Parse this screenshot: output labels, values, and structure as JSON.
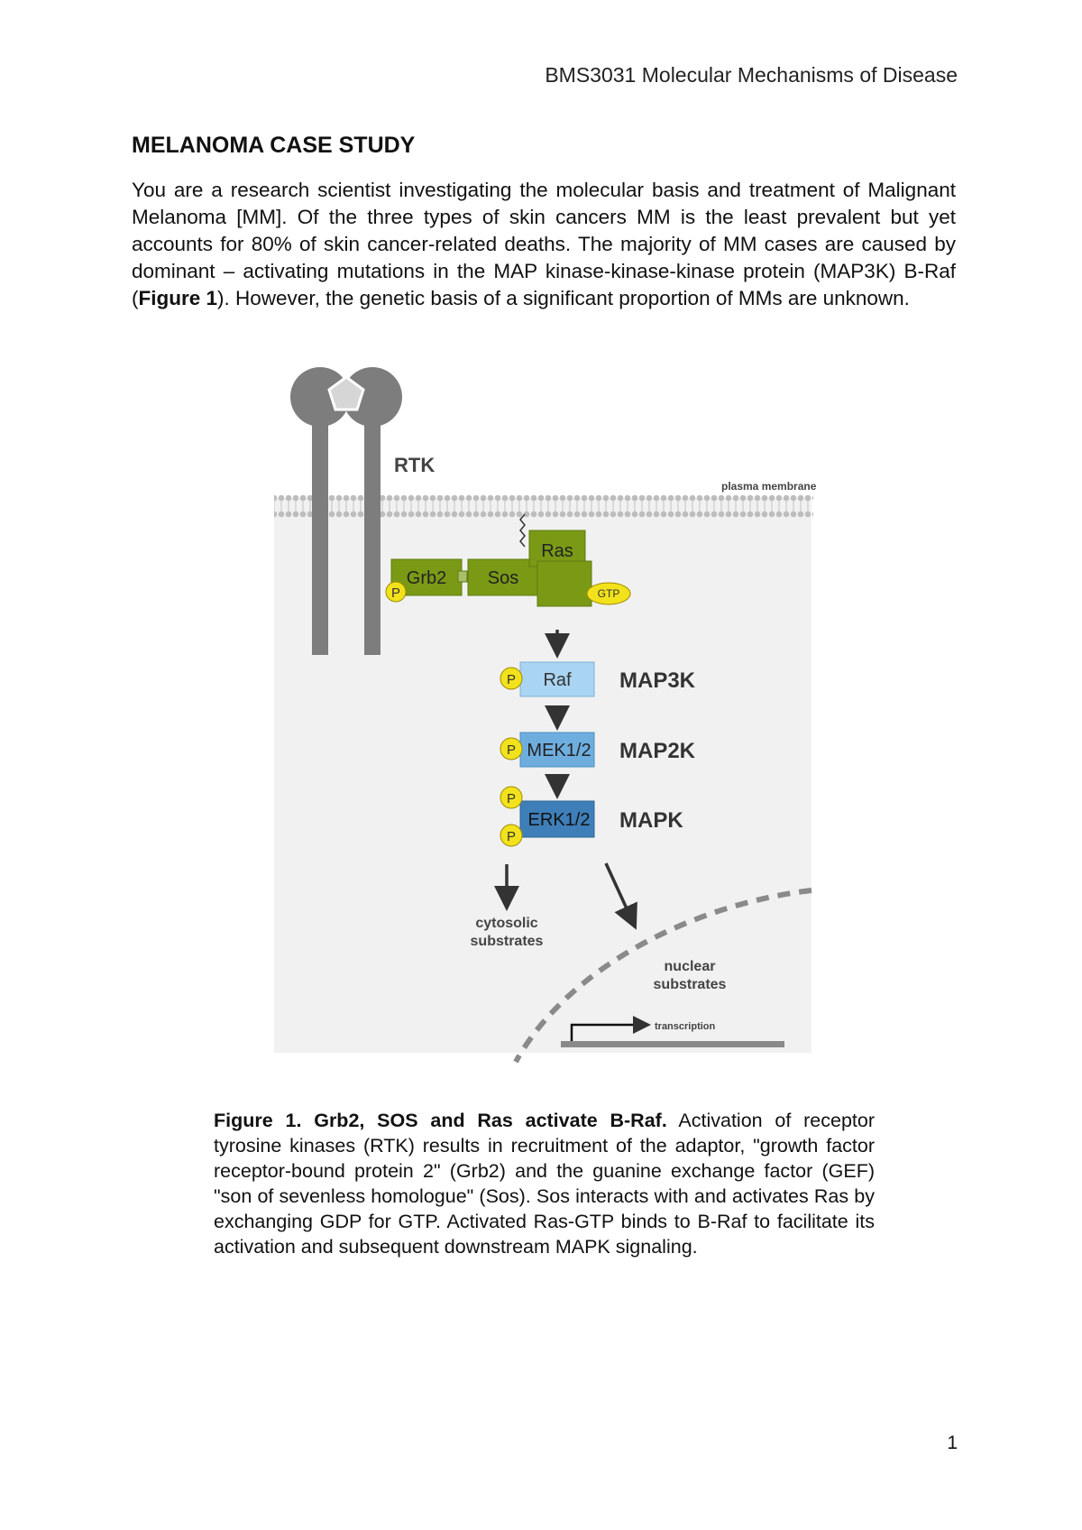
{
  "header": {
    "course": "BMS3031 Molecular Mechanisms of Disease"
  },
  "title": "MELANOMA CASE STUDY",
  "intro": {
    "part1": "You are a research scientist investigating the molecular basis and treatment of Malignant Melanoma [MM]. Of the three types of skin cancers MM is the least prevalent but yet accounts for 80% of skin cancer-related deaths. The majority of MM cases are caused by dominant – activating mutations in the MAP kinase-kinase-kinase protein (MAP3K) B-Raf (",
    "figref": "Figure 1",
    "part2": "). However, the genetic basis of a significant proportion of MMs are unknown."
  },
  "figure": {
    "rtk": "RTK",
    "membrane": "plasma membrane",
    "grb2": "Grb2",
    "sos": "Sos",
    "ras": "Ras",
    "gtp": "GTP",
    "phospho": "P",
    "raf": "Raf",
    "mek": "MEK1/2",
    "erk": "ERK1/2",
    "map3k": "MAP3K",
    "map2k": "MAP2K",
    "mapk": "MAPK",
    "cyto_line1": "cytosolic",
    "cyto_line2": "substrates",
    "nuclear_line1": "nuclear",
    "nuclear_line2": "substrates",
    "transcription": "transcription",
    "colors": {
      "green": "#7a9a16",
      "raf": "#a9d4f2",
      "mek": "#6eaedf",
      "erk": "#3e7fb9",
      "phospho": "#f2e21b",
      "receptor": "#7d7d7d"
    }
  },
  "caption": {
    "bold": "Figure 1. Grb2, SOS and Ras activate B-Raf.",
    "text": " Activation of receptor tyrosine kinases (RTK) results in recruitment of the adaptor, \"growth factor receptor-bound protein 2\" (Grb2) and the guanine exchange factor (GEF) \"son of sevenless homologue\" (Sos). Sos interacts with and activates Ras by exchanging GDP for GTP. Activated Ras-GTP binds to B-Raf to facilitate its activation and subsequent downstream MAPK signaling."
  },
  "page_number": "1"
}
